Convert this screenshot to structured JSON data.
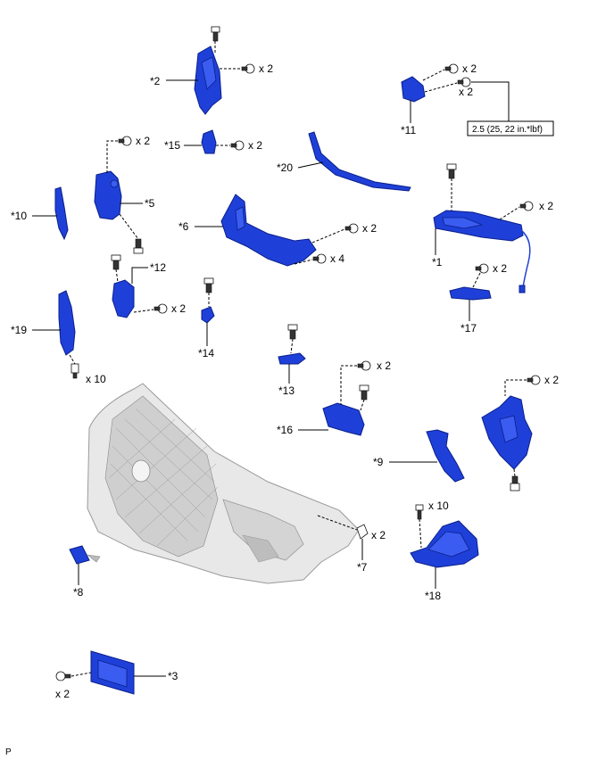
{
  "callouts": {
    "p1": "*1",
    "p2": "*2",
    "p3": "*3",
    "p5": "*5",
    "p6": "*6",
    "p7": "*7",
    "p8": "*8",
    "p9": "*9",
    "p10": "*10",
    "p11": "*11",
    "p12": "*12",
    "p13": "*13",
    "p14": "*14",
    "p15": "*15",
    "p16": "*16",
    "p17": "*17",
    "p18": "*18",
    "p19": "*19",
    "p20": "*20"
  },
  "quantities": {
    "x2": "x 2",
    "x4": "x 4",
    "x10": "x 10"
  },
  "torque": "2.5 (25, 22 in.*lbf)",
  "footer_mark": "P",
  "colors": {
    "part": "#1f40d8",
    "bumper": "#e8e8e8"
  }
}
